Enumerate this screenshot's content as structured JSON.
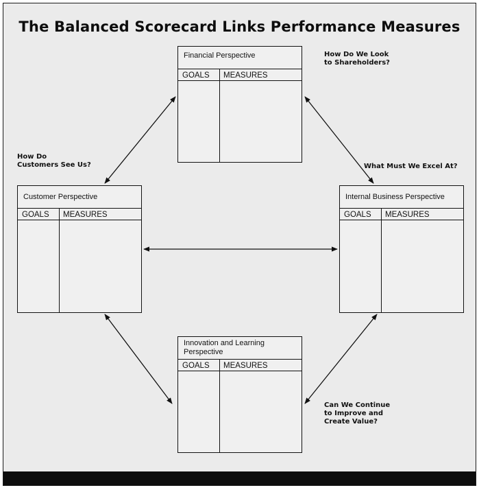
{
  "title": "The Balanced Scorecard Links Performance Measures",
  "perspectives": {
    "financial": {
      "name": "Financial Perspective",
      "goals": "GOALS",
      "measures": "MEASURES"
    },
    "customer": {
      "name": "Customer Perspective",
      "goals": "GOALS",
      "measures": "MEASURES"
    },
    "internal": {
      "name": "Internal Business Perspective",
      "goals": "GOALS",
      "measures": "MEASURES"
    },
    "innovation": {
      "name": "Innovation and Learning\nPerspective",
      "goals": "GOALS",
      "measures": "MEASURES"
    }
  },
  "questions": {
    "shareholders": "How Do We Look\nto Shareholders?",
    "customers": "How Do\nCustomers See Us?",
    "excel": "What Must We Excel At?",
    "improve": "Can We Continue\nto Improve and\nCreate Value?"
  },
  "colors": {
    "background": "#ebebeb",
    "ink": "#111111",
    "bar": "#0d0d0d"
  }
}
